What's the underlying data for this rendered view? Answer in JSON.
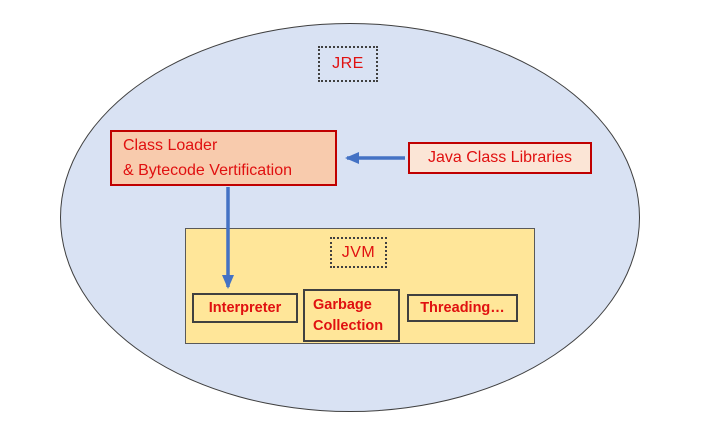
{
  "diagram": {
    "jre_label": "JRE",
    "jvm_label": "JVM",
    "class_loader": {
      "line1": "Class Loader",
      "line2": "& Bytecode Vertification"
    },
    "java_class_libraries": "Java Class Libraries",
    "jvm_components": {
      "interpreter": "Interpreter",
      "garbage_collection": "Garbage Collection",
      "threading": "Threading…"
    }
  },
  "colors": {
    "page_bg": "#FFFFFF",
    "ellipse_fill": "#D9E2F3",
    "ellipse_border": "#3F3F3F",
    "red_text": "#E01010",
    "red_border": "#C00000",
    "class_loader_fill": "#F8CBAD",
    "libraries_fill": "#FBE5D6",
    "jvm_fill": "#FFE699",
    "jvm_border": "#595959",
    "inner_border": "#404040",
    "dotted_border": "#404040",
    "arrow": "#4472C4"
  }
}
